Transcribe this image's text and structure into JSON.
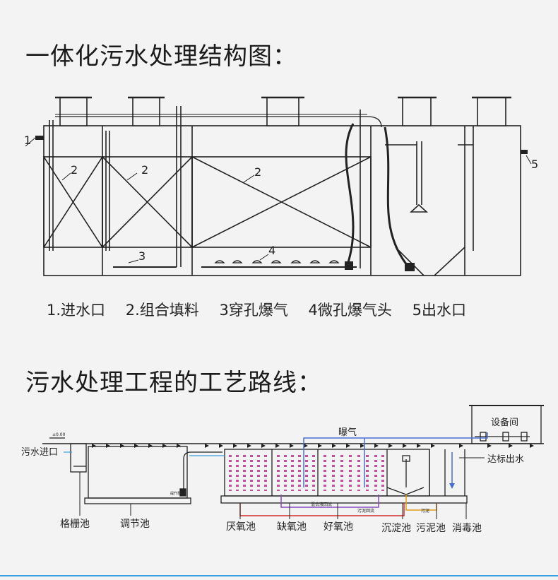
{
  "section1": {
    "title": "一体化污水处理结构图：",
    "callouts": [
      "1",
      "2",
      "2",
      "2",
      "3",
      "4",
      "5"
    ],
    "legend": [
      "1.进水口",
      "2.组合填料",
      "3穿孔爆气",
      "4微孔爆气头",
      "5出水口"
    ]
  },
  "section2": {
    "title": "污水处理工程的工艺路线：",
    "labels": {
      "inlet": "污水进口",
      "aeration": "曝气",
      "equipment_room": "设备间",
      "outlet": "达标出水",
      "elevation": "±0.00",
      "pump": "提升泵",
      "mixed_return": "混合液回流",
      "sludge_return": "污泥回流",
      "sludge_pipe": "污泥"
    },
    "tanks": [
      "格栅池",
      "调节池",
      "厌氧池",
      "缺氧池",
      "好氧池",
      "沉淀池",
      "污泥池",
      "消毒池"
    ]
  },
  "colors": {
    "line": "#222222",
    "aeration_pipe": "#4a6fd4",
    "return_pipe": "#d23030",
    "mixed_pipe": "#8a4ac0",
    "sludge_pipe": "#e0a020",
    "filler": "#c050a0",
    "water": "#3aa0e0",
    "accent_rule": "#3aa0e0"
  }
}
